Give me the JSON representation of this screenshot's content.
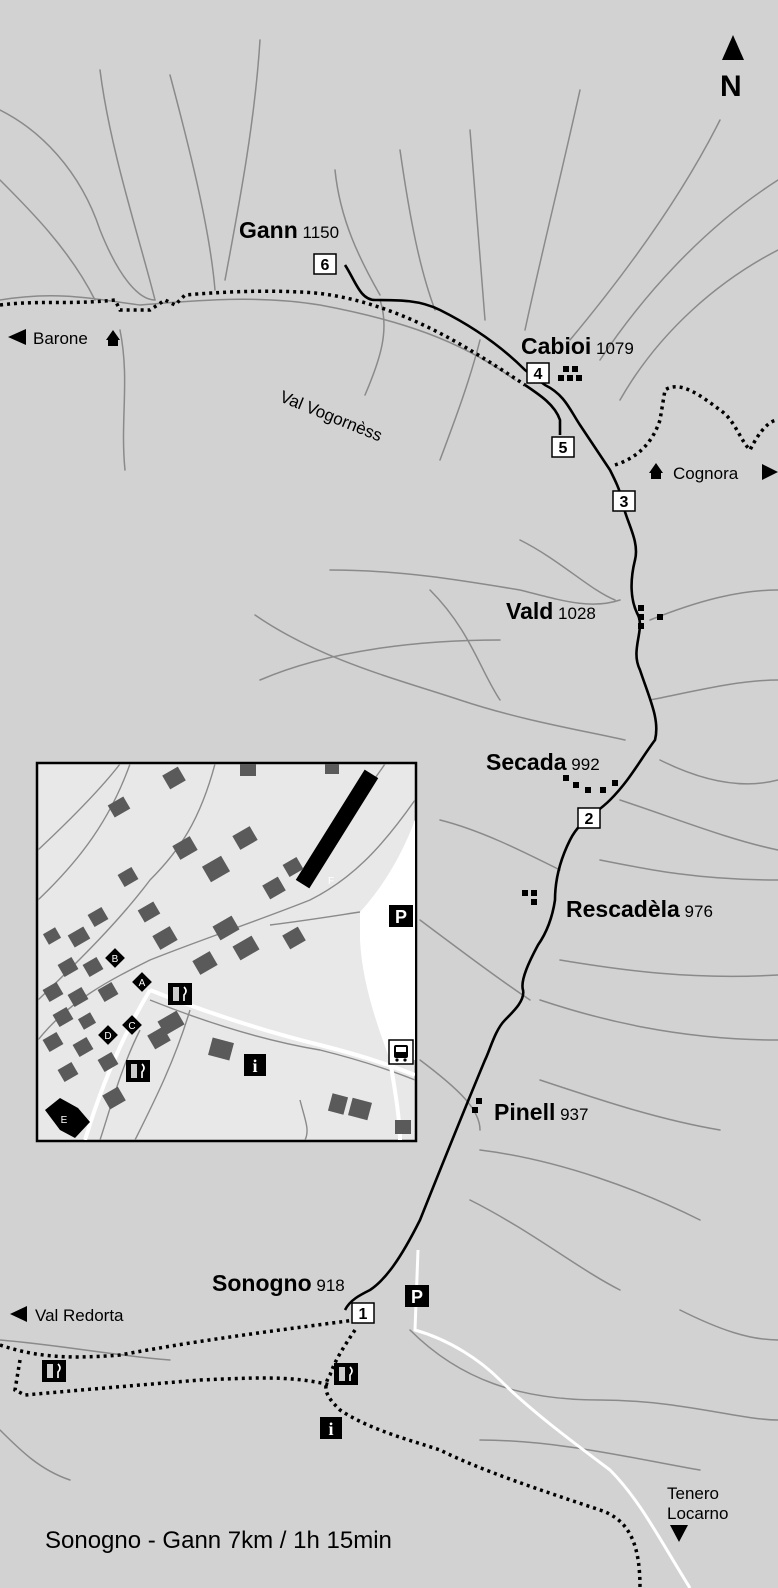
{
  "map": {
    "north_label": "N",
    "route_caption": "Sonogno - Gann  7km / 1h 15min",
    "places": [
      {
        "name": "Gann",
        "alt": "1150"
      },
      {
        "name": "Cabioi",
        "alt": "1079"
      },
      {
        "name": "Vald",
        "alt": "1028"
      },
      {
        "name": "Secada",
        "alt": "992"
      },
      {
        "name": "Rescadèla",
        "alt": "976"
      },
      {
        "name": "Pinell",
        "alt": "937"
      },
      {
        "name": "Sonogno",
        "alt": "918"
      }
    ],
    "directions": {
      "barone": "Barone",
      "cognora": "Cognora",
      "val_redorta": "Val Redorta",
      "tenero": "Tenero",
      "locarno": "Locarno"
    },
    "valley_label": "Val Vogornèss",
    "waypoints": [
      "1",
      "2",
      "3",
      "4",
      "5",
      "6"
    ],
    "inset": {
      "markers": [
        "A",
        "B",
        "C",
        "D",
        "E",
        "F"
      ],
      "parking": "P",
      "info": "i"
    },
    "parking": "P",
    "info": "i"
  },
  "colors": {
    "terrain": "#d2d2d2",
    "streams": "#8a8a8a",
    "route": "#000000",
    "road": "#ffffff",
    "inset_bg": "#e8e8e8",
    "buildings": "#5a5a5a"
  }
}
